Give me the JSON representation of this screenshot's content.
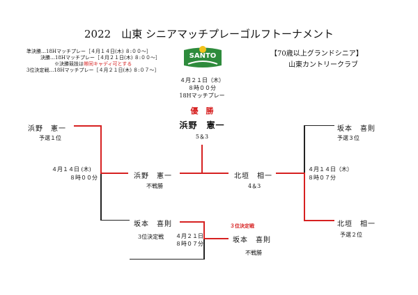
{
  "title": "2022　山東 シニアマッチプレーゴルフトーナメント",
  "schedule": {
    "semi": "準決勝…18Hマッチプレー［４月１４日(木) ８:００～］",
    "final": "決勝…18Hマッチプレー［４月２１日(木) ８:００～］",
    "note_prefix": "※決勝競技は",
    "note_red": "帯同キャディ可とする",
    "third": "3位決定戦…18Hマッチプレー［４月２１日(木) ８:０７～］"
  },
  "logo_text": "SANTO",
  "category": "【70歳以上グランドシニア】",
  "club": "山東カントリークラブ",
  "final": {
    "date": "４月２１日（木）",
    "time": "８時００分",
    "format": "18Hマッチプレー",
    "winner_label": "優　勝",
    "winner": "浜野　憲一",
    "score": "5＆3"
  },
  "left": {
    "p1": "浜野　憲一",
    "p1_note": "予選１位",
    "date": "４月１４日 (木)",
    "time": "８時００分",
    "winner": "浜野　憲一",
    "winner_note": "不戦勝"
  },
  "right": {
    "p1": "坂本　喜則",
    "p1_note": "予選３位",
    "p2": "北垣　相一",
    "p2_note": "予選２位",
    "date": "４月１４日（木）",
    "time": "８時０７分",
    "winner": "北垣　相一",
    "winner_note": "4＆3"
  },
  "third": {
    "player": "坂本　喜則",
    "label": "3位決定戦",
    "date": "４月２１日",
    "time": "８時０７分",
    "red_label": "３位決定戦",
    "winner": "坂本　喜則",
    "winner_note": "不戦勝"
  },
  "colors": {
    "accent": "#d62020",
    "line": "#222222",
    "logo": "#2e8b3c"
  }
}
